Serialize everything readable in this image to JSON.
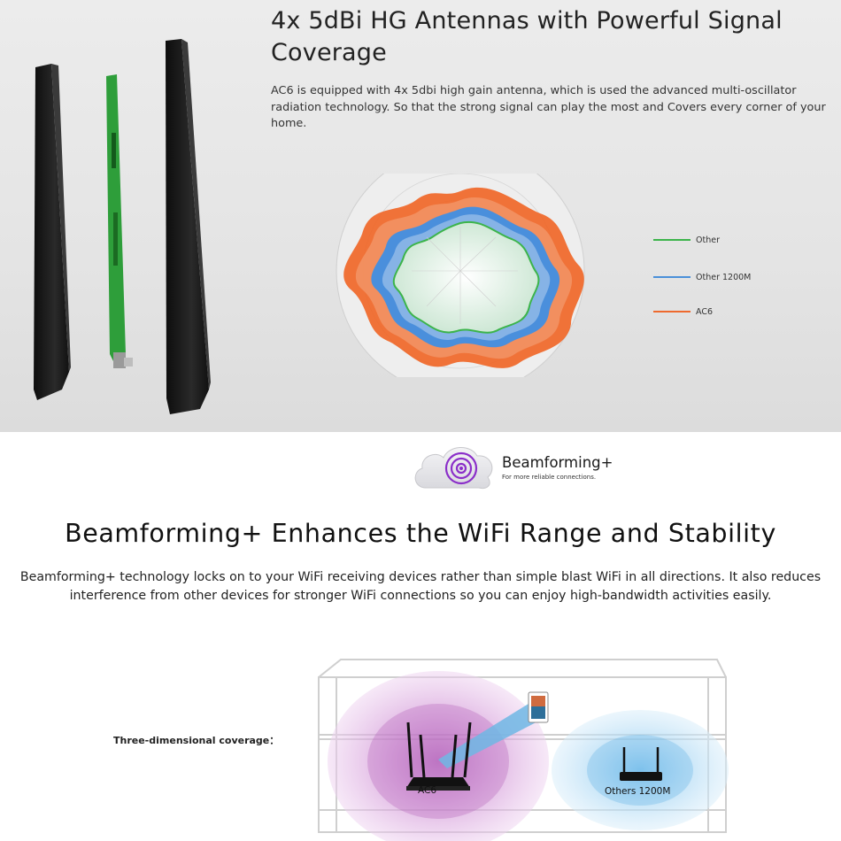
{
  "top_section": {
    "title": "4x 5dBi HG Antennas with Powerful Signal Coverage",
    "description": "AC6 is equipped with 4x 5dbi high gain antenna, which is used the advanced multi-oscillator radiation technology. So that the strong signal can play the most and Covers every corner of your home.",
    "legend": [
      {
        "label": "Other",
        "color": "#3cb44b"
      },
      {
        "label": "Other 1200M",
        "color": "#4a90d9"
      },
      {
        "label": "AC6",
        "color": "#ee6a2e"
      }
    ]
  },
  "badge": {
    "title": "Beamforming+",
    "subtitle": "For more reliable connections.",
    "icon": "cloud-target-icon",
    "accent": "#8b2fc9"
  },
  "bottom_section": {
    "title": "Beamforming+ Enhances the WiFi Range and Stability",
    "description": "Beamforming+ technology locks on to your WiFi receiving devices rather than simple blast WiFi in all directions. It also reduces interference from other devices for stronger WiFi connections so you can enjoy high-bandwidth activities easily.",
    "coverage_label": "Three-dimensional coverage：",
    "ac6_label": "AC6",
    "others_label": "Others 1200M"
  }
}
